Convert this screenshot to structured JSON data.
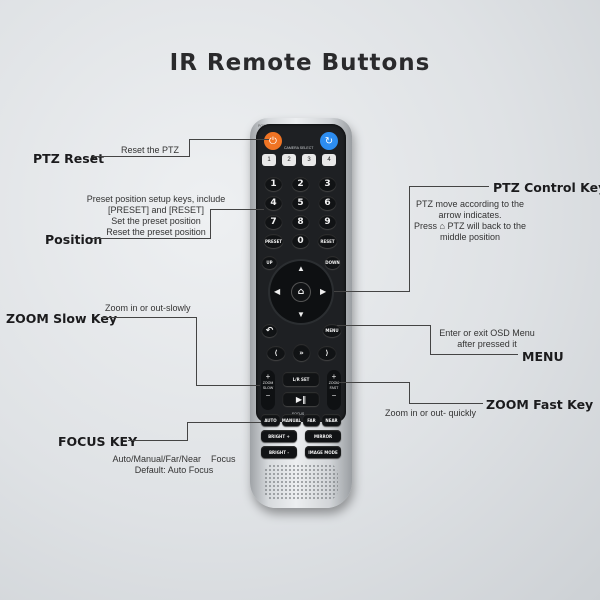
{
  "title": "IR Remote Buttons",
  "annotations": {
    "ptz_reset": {
      "label": "PTZ Reset",
      "desc": "Reset the PTZ"
    },
    "position": {
      "label": "Position",
      "desc": [
        "Preset position setup keys, include",
        "[PRESET] and [RESET]",
        "Set the preset position",
        "Reset the preset position"
      ]
    },
    "ptz_control": {
      "label": "PTZ Control Key",
      "desc": [
        "PTZ move according to the",
        "arrow indicates.",
        "Press ⌂ PTZ will back to the",
        "middle position"
      ]
    },
    "zoom_slow": {
      "label": "ZOOM Slow Key",
      "desc": "Zoom in or out-slowly"
    },
    "menu": {
      "label": "MENU",
      "desc": [
        "Enter or exit OSD Menu",
        "after pressed it"
      ]
    },
    "zoom_fast": {
      "label": "ZOOM Fast Key",
      "desc": "Zoom in or out- quickly"
    },
    "focus": {
      "label": "FOCUS KEY",
      "desc": [
        "Auto/Manual/Far/Near    Focus",
        "Default: Auto Focus"
      ]
    }
  },
  "remote": {
    "power": "POWER",
    "ptz_reset": "PTZ RESET",
    "camera_select": "CAMERA SELECT",
    "cameras": [
      "1",
      "2",
      "3",
      "4"
    ],
    "numbers": [
      "1",
      "2",
      "3",
      "4",
      "5",
      "6",
      "7",
      "8",
      "9"
    ],
    "preset": "PRESET",
    "zero": "0",
    "reset": "RESET",
    "up": "UP",
    "down": "DOWN",
    "menu": "MENU",
    "zoom_slow": "ZOOM SLOW",
    "zoom_fast": "ZOOM FAST",
    "lr_set": "L/R SET",
    "focus_label": "FOCUS",
    "auto": "AUTO",
    "manual": "MANUAL",
    "far": "FAR",
    "near": "NEAR",
    "bright_plus": "BRIGHT +",
    "mirror": "MIRROR",
    "bright_minus": "BRIGHT -",
    "image_mode": "IMAGE MODE"
  },
  "colors": {
    "power": "#f07424",
    "ptz_reset": "#2d8df0",
    "panel": "#1e2023"
  },
  "icons": [
    "power-icon",
    "reset-icon",
    "home-icon",
    "back-icon",
    "play-pause-icon"
  ]
}
